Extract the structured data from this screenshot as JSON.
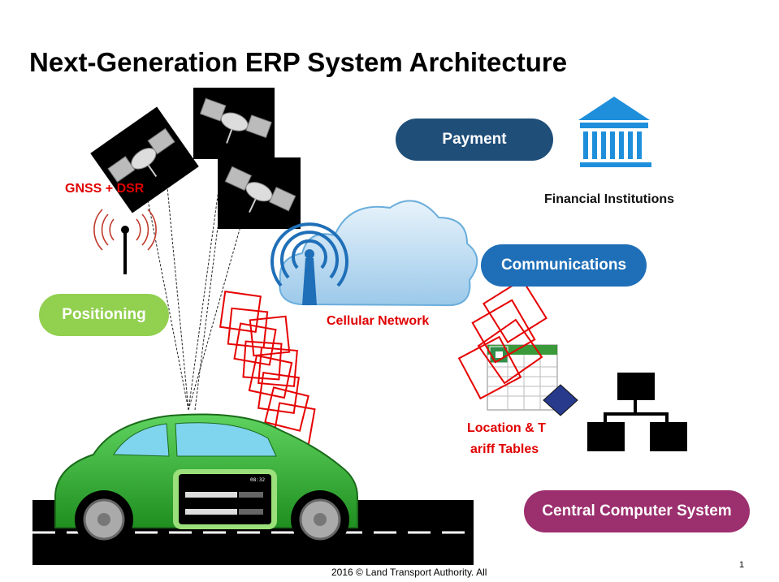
{
  "slide": {
    "title": "Next-Generation ERP System Architecture",
    "footer": "2016 © Land Transport  Authority. All",
    "page_number": "1"
  },
  "components": {
    "payment": "Payment",
    "financial_institutions": "Financial Institutions",
    "communications": "Communications",
    "cellular_network": "Cellular  Network",
    "positioning": "Positioning",
    "gnss_dsrc": "GNSS + DSR",
    "location_tariff_line1": "Location & T",
    "location_tariff_line2": "ariff Tables",
    "central_computer_system": "Central Computer System",
    "obu_clock": "08:32"
  },
  "colors": {
    "payment": "#1f4e79",
    "communications": "#1f6fb8",
    "positioning": "#92d050",
    "central_computer_system": "#9c2f6e",
    "red_label": "#e00000",
    "car": "#2ea82e"
  },
  "icons": [
    "satellite-icon",
    "antenna-icon",
    "cloud-icon",
    "signal-tower-icon",
    "bank-icon",
    "spreadsheet-icon",
    "network-hierarchy-icon",
    "car-icon"
  ]
}
